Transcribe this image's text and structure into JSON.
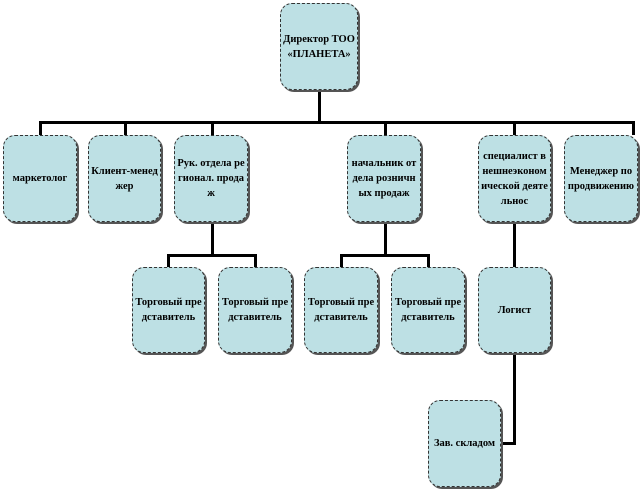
{
  "chart_data": {
    "type": "org-chart",
    "root": {
      "label": "Директор ТОО «ПЛАНЕТА»",
      "children": [
        {
          "label": "маркетолог"
        },
        {
          "label": "Клиент-менеджер"
        },
        {
          "label": "Рук. отдела регионал. продаж",
          "children": [
            {
              "label": "Торговый представитель"
            },
            {
              "label": "Торговый представитель"
            }
          ]
        },
        {
          "label": "начальник отдела розничных продаж",
          "children": [
            {
              "label": "Торговый представитель"
            },
            {
              "label": "Торговый представитель"
            }
          ]
        },
        {
          "label": "специалист внешнеэкономической деятельнос",
          "children": [
            {
              "label": "Логист",
              "children": [
                {
                  "label": "Зав. складом"
                }
              ]
            }
          ]
        },
        {
          "label": "Менеджер по продвижению"
        }
      ]
    }
  }
}
